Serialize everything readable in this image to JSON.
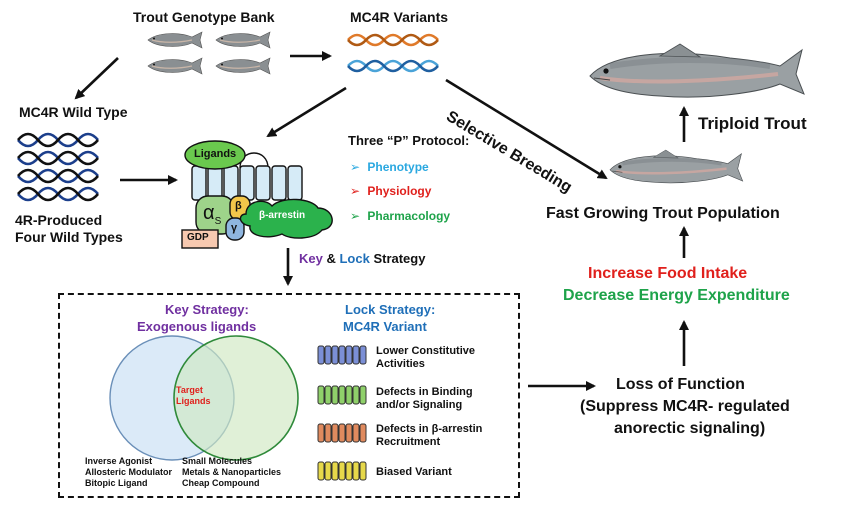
{
  "titles": {
    "genotype_bank": "Trout Genotype Bank",
    "variants": "MC4R Variants",
    "wild_type": "MC4R Wild Type",
    "four_types_line1": "4R-Produced",
    "four_types_line2": "Four Wild Types",
    "selective_breeding": "Selective Breeding",
    "triploid": "Triploid Trout",
    "fast_growing": "Fast Growing Trout Population",
    "increase_food": "Increase Food Intake",
    "decrease_energy": "Decrease Energy Expenditure",
    "loss_line1": "Loss of Function",
    "loss_line2": "(Suppress MC4R- regulated",
    "loss_line3": "anorectic signaling)"
  },
  "receptor": {
    "ligands": "Ligands",
    "alpha": "α",
    "alpha_sub": "S",
    "beta": "β",
    "gamma": "γ",
    "gdp": "GDP",
    "arrestin": "β-arrestin"
  },
  "protocol": {
    "title": "Three “P” Protocol:",
    "items": [
      {
        "label": "Phenotype",
        "color": "#2aa8e0"
      },
      {
        "label": "Physiology",
        "color": "#e0201c"
      },
      {
        "label": "Pharmacology",
        "color": "#1ea34a"
      }
    ]
  },
  "strategy": {
    "key": "Key",
    "amp": " & ",
    "lock": "Lock",
    "suffix": " Strategy"
  },
  "key_strategy": {
    "title_line1": "Key Strategy:",
    "title_line2": "Exogenous ligands",
    "center_line1": "Target",
    "center_line2": "Ligands",
    "left_items": [
      "Inverse Agonist",
      "Allosteric Modulator",
      "Bitopic Ligand"
    ],
    "right_items": [
      "Small Molecules",
      "Metals & Nanoparticles",
      "Cheap Compound"
    ]
  },
  "lock_strategy": {
    "title_line1": "Lock Strategy:",
    "title_line2": "MC4R Variant",
    "variants": [
      {
        "line1": "Lower Constitutive",
        "line2": "Activities",
        "color": "#7b8fd6"
      },
      {
        "line1": "Defects in Binding",
        "line2": "and/or Signaling",
        "color": "#8fd06a"
      },
      {
        "line1": "Defects in β-arrestin",
        "line2": "Recruitment",
        "color": "#e08a5e"
      },
      {
        "line1": "Biased Variant",
        "line2": "",
        "color": "#e6d84a"
      }
    ]
  },
  "colors": {
    "purple": "#7030a0",
    "blue": "#1f6fb8",
    "red": "#e0201c",
    "green": "#1ea34a",
    "ligand_green": "#6ac94e",
    "receptor_blue": "#d6ebf7"
  },
  "icons": [
    "trout-fish-icon",
    "dna-helix-icon",
    "gpcr-receptor-icon",
    "venn-diagram-icon"
  ]
}
